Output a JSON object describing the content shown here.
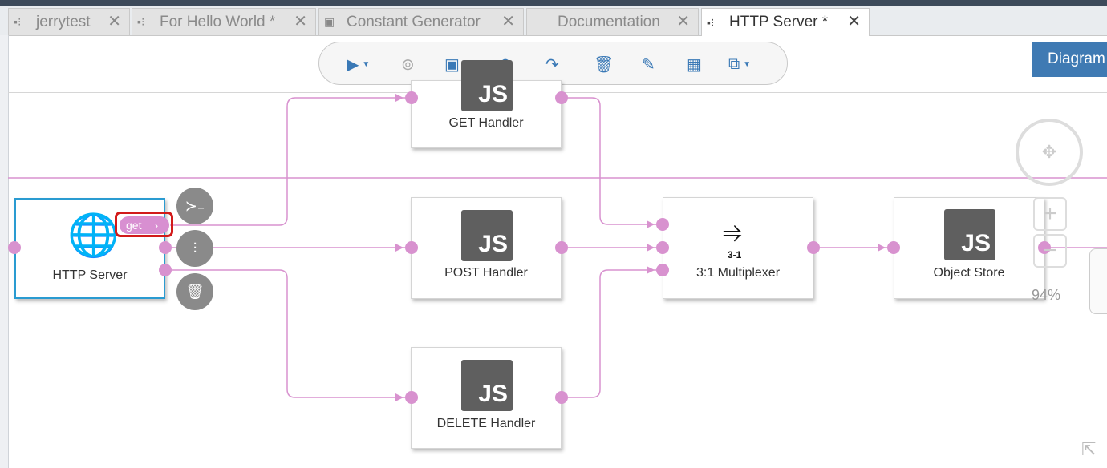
{
  "tabs": [
    {
      "label": "jerrytest",
      "icon": "flow-icon",
      "active": false
    },
    {
      "label": "For Hello World *",
      "icon": "flow-icon",
      "active": false
    },
    {
      "label": "Constant Generator",
      "icon": "node-icon",
      "active": false
    },
    {
      "label": "Documentation",
      "icon": "",
      "active": false
    },
    {
      "label": "HTTP Server *",
      "icon": "flow-icon",
      "active": true
    }
  ],
  "toolbar": {
    "buttons": [
      "run-icon",
      "stop-icon",
      "save-icon",
      "undo-icon",
      "redo-icon",
      "delete-icon",
      "edit-icon",
      "layout-icon",
      "window-icon"
    ]
  },
  "diagram_button": "Diagram",
  "nodes": {
    "http_server": {
      "label": "HTTP Server",
      "port_label": "get"
    },
    "get_handler": {
      "label": "GET Handler",
      "badge": "JS"
    },
    "post_handler": {
      "label": "POST Handler",
      "badge": "JS"
    },
    "delete_handler": {
      "label": "DELETE Handler",
      "badge": "JS"
    },
    "multiplexer": {
      "label": "3:1 Multiplexer",
      "badge": "3-1"
    },
    "object_store": {
      "label": "Object Store",
      "badge": "JS"
    }
  },
  "zoom": {
    "level": "94%"
  },
  "colors": {
    "accent": "#3f7ab3",
    "wire": "#d892cf",
    "highlight": "#d21a1a"
  }
}
